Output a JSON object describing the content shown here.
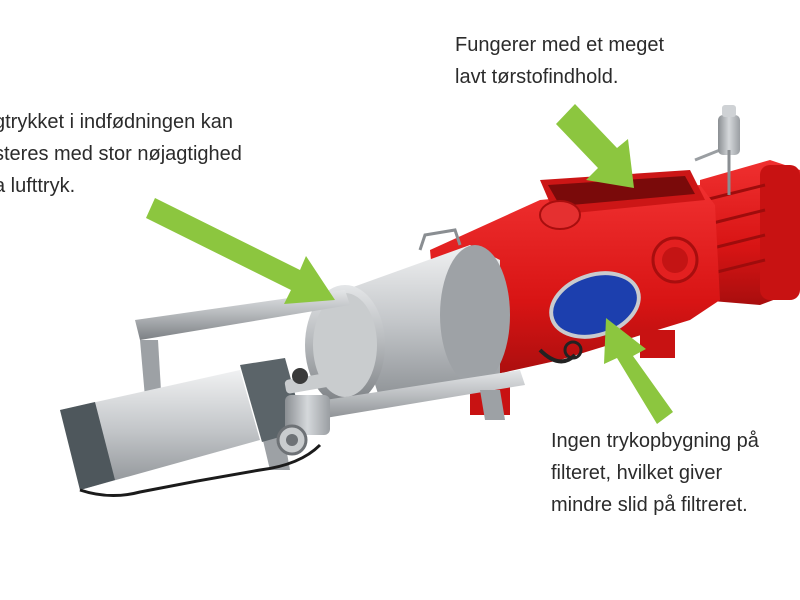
{
  "annotations": {
    "left": {
      "lines": [
        "gtrykket i indfødningen kan",
        "steres med stor nøjagtighed",
        "a lufttryk."
      ]
    },
    "top": {
      "lines": [
        "Fungerer med et meget",
        "lavt tørstofindhold."
      ]
    },
    "bottom_right": {
      "lines": [
        "Ingen trykopbygning på",
        "filteret, hvilket giver",
        "mindre slid på filtreret."
      ]
    }
  },
  "colors": {
    "machine_body": "#e01818",
    "machine_shadow": "#a80e0e",
    "steel": "#b9bcbf",
    "steel_dark": "#7c8084",
    "window_blue": "#1c3fae",
    "arrow_green": "#8cc63f",
    "text": "#2b2b2b"
  },
  "icons": [
    "green-arrow-icon"
  ]
}
